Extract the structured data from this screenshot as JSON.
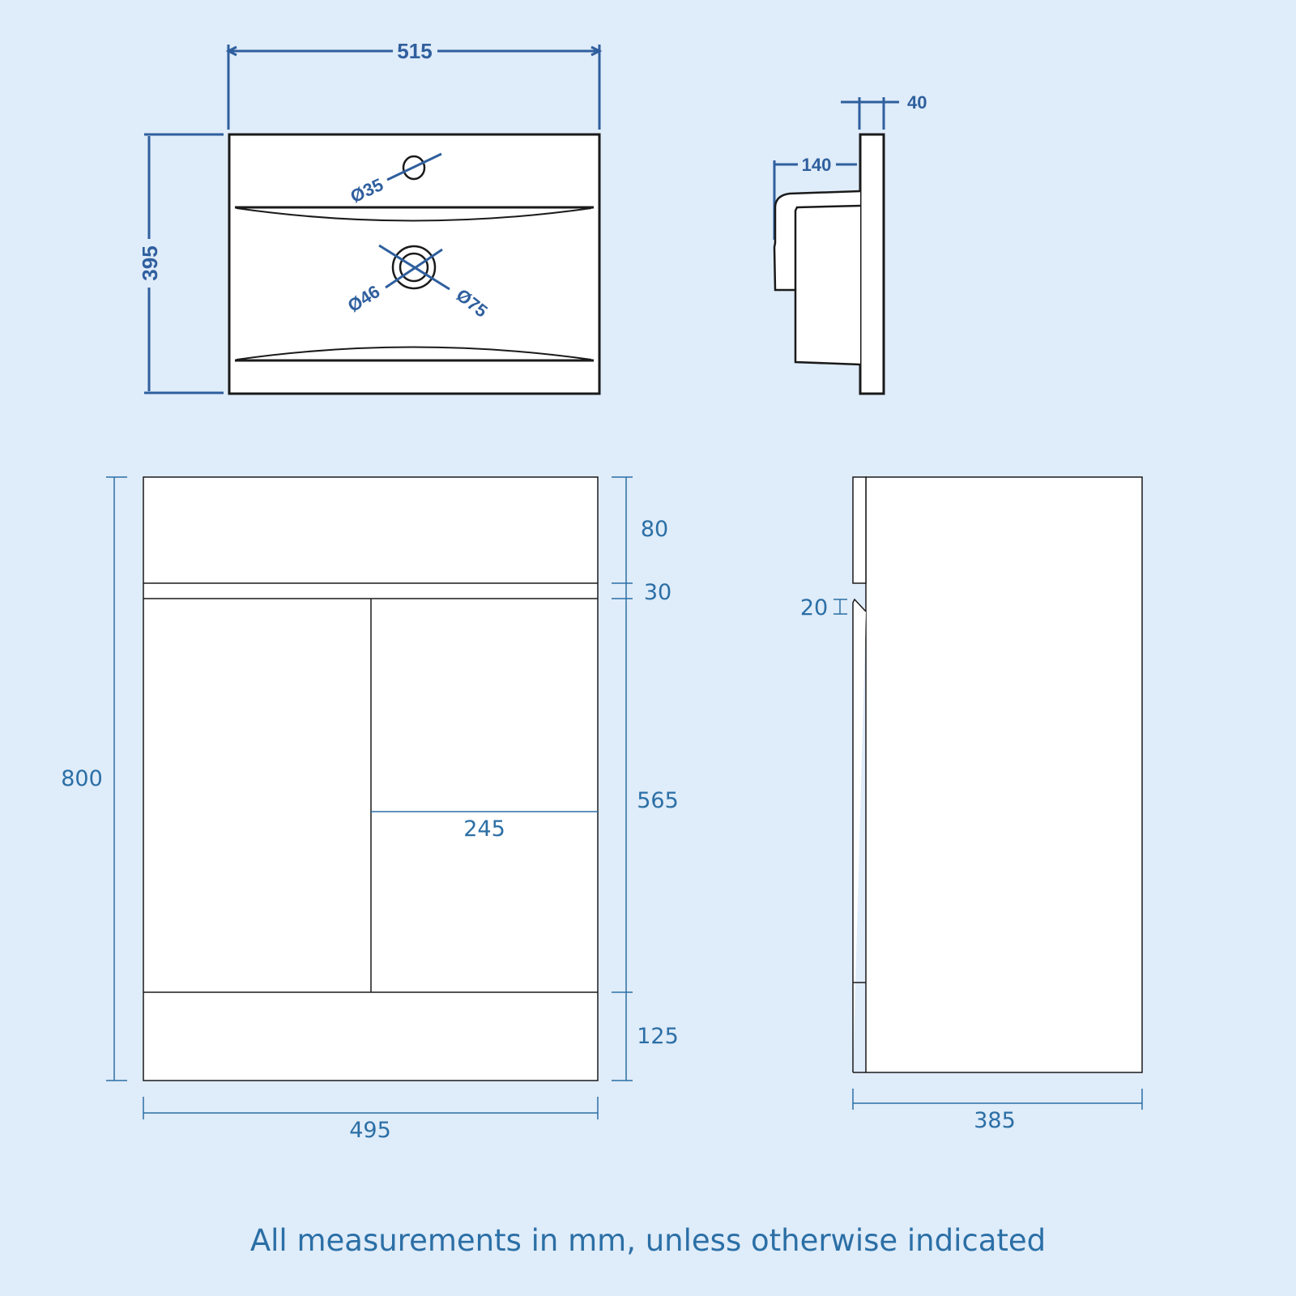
{
  "colors": {
    "background": "#dfecf9",
    "outline": "#1a1a1a",
    "dimension_bold": "#2f5f9e",
    "dimension_thin": "#2b6fa6",
    "panel_fill": "#ffffff"
  },
  "basin_top_view": {
    "width_label": "515",
    "depth_label": "395",
    "tap_hole_label": "Ø35",
    "waste_inner_label": "Ø46",
    "waste_outer_label": "Ø75"
  },
  "basin_side_view": {
    "thickness_label": "40",
    "projection_label": "140"
  },
  "cabinet_front_view": {
    "height_label": "800",
    "width_label": "495",
    "top_panel_label": "80",
    "rail_label": "30",
    "door_section_label": "565",
    "plinth_label": "125",
    "door_width_label": "245"
  },
  "cabinet_side_view": {
    "depth_label": "385",
    "handle_gap_label": "20"
  },
  "footer": {
    "note": "All measurements in mm, unless otherwise indicated"
  }
}
